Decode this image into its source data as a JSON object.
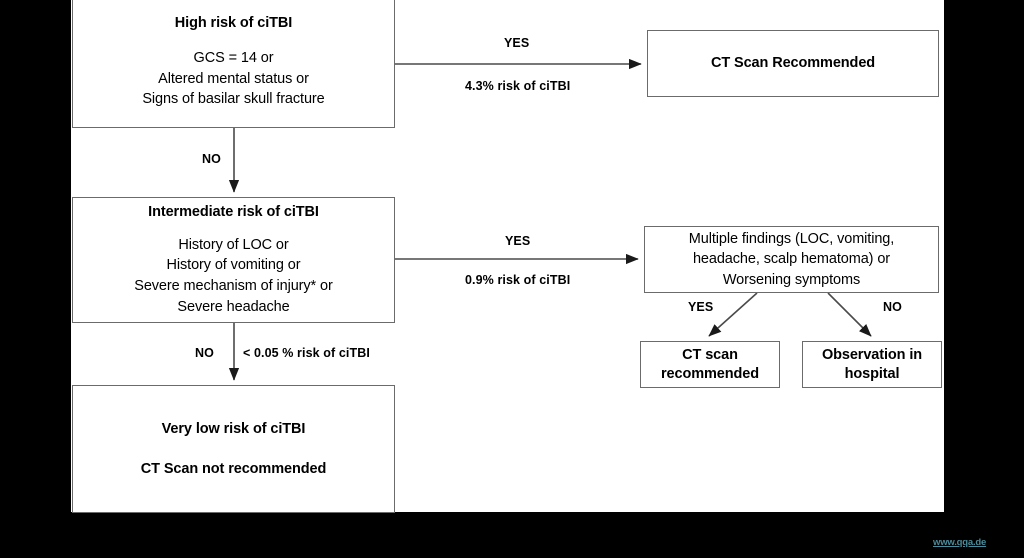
{
  "diagram": {
    "nodes": {
      "high_risk": {
        "title": "High risk of ciTBI",
        "line1": "GCS = 14 or",
        "line2": "Altered mental status or",
        "line3": "Signs of basilar skull fracture"
      },
      "intermediate_risk": {
        "title": "Intermediate risk of ciTBI",
        "line1": "History of LOC or",
        "line2": "History of vomiting or",
        "line3": "Severe mechanism of injury* or",
        "line4": "Severe headache"
      },
      "very_low_risk": {
        "line1": "Very low risk of ciTBI",
        "line2": "CT Scan not recommended"
      },
      "ct_scan_recommended": {
        "title": "CT Scan Recommended"
      },
      "multiple_findings": {
        "line1": "Multiple findings (LOC, vomiting,",
        "line2": "headache, scalp hematoma) or",
        "line3": "Worsening symptoms"
      },
      "ct_scan_small": {
        "line1": "CT scan",
        "line2": "recommended"
      },
      "observation": {
        "line1": "Observation in",
        "line2": "hospital"
      }
    },
    "edge_labels": {
      "yes_high": "YES",
      "risk_high": "4.3% risk of ciTBI",
      "no_high": "NO",
      "yes_intermediate": "YES",
      "risk_intermediate": "0.9% risk of ciTBI",
      "no_intermediate": "NO",
      "risk_very_low": "< 0.05 % risk of ciTBI",
      "yes_multi": "YES",
      "no_multi": "NO"
    },
    "colors": {
      "background": "#000000",
      "canvas": "#ffffff",
      "border": "#6b6b6b",
      "text": "#000000",
      "watermark": "#4a8a9a"
    }
  },
  "watermark": {
    "text": "www.qqa.de"
  }
}
